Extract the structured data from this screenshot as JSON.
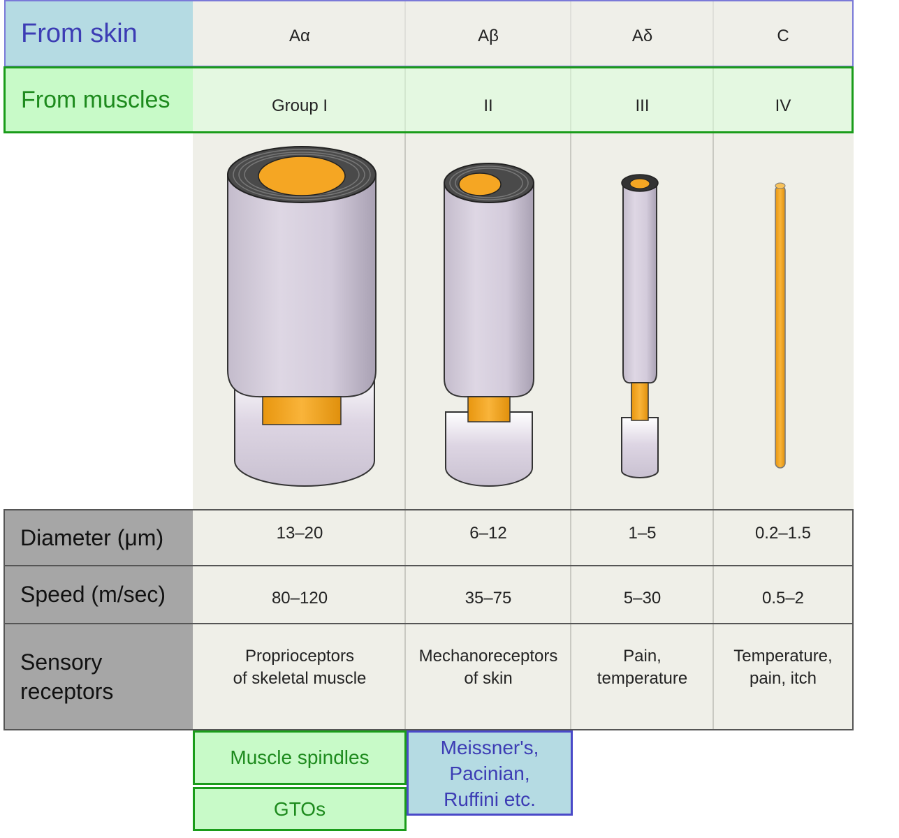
{
  "rows": {
    "skin": {
      "label": "From skin",
      "values": [
        "Aα",
        "Aβ",
        "Aδ",
        "C"
      ]
    },
    "muscles": {
      "label": "From muscles",
      "values": [
        "Group I",
        "II",
        "III",
        "IV"
      ]
    },
    "diameter": {
      "label": "Diameter (μm)",
      "values": [
        "13–20",
        "6–12",
        "1–5",
        "0.2–1.5"
      ]
    },
    "speed": {
      "label": "Speed (m/sec)",
      "values": [
        "80–120",
        "35–75",
        "5–30",
        "0.5–2"
      ]
    },
    "receptors": {
      "label": "Sensory\nreceptors",
      "values": [
        "Proprioceptors\nof skeletal muscle",
        "Mechanoreceptors\nof skin",
        "Pain,\ntemperature",
        "Temperature,\npain, itch"
      ]
    }
  },
  "annotations": {
    "muscle_spindles": "Muscle spindles",
    "gtos": "GTOs",
    "skin_receptors": "Meissner's,\nPacinian,\nRuffini etc."
  },
  "colors": {
    "axon": "#f5a623",
    "myelin": "#d8d0df",
    "skin_label_bg": "#b5dbe3",
    "muscle_label_bg": "#c8fac8",
    "stat_label_bg": "#a6a6a6"
  }
}
